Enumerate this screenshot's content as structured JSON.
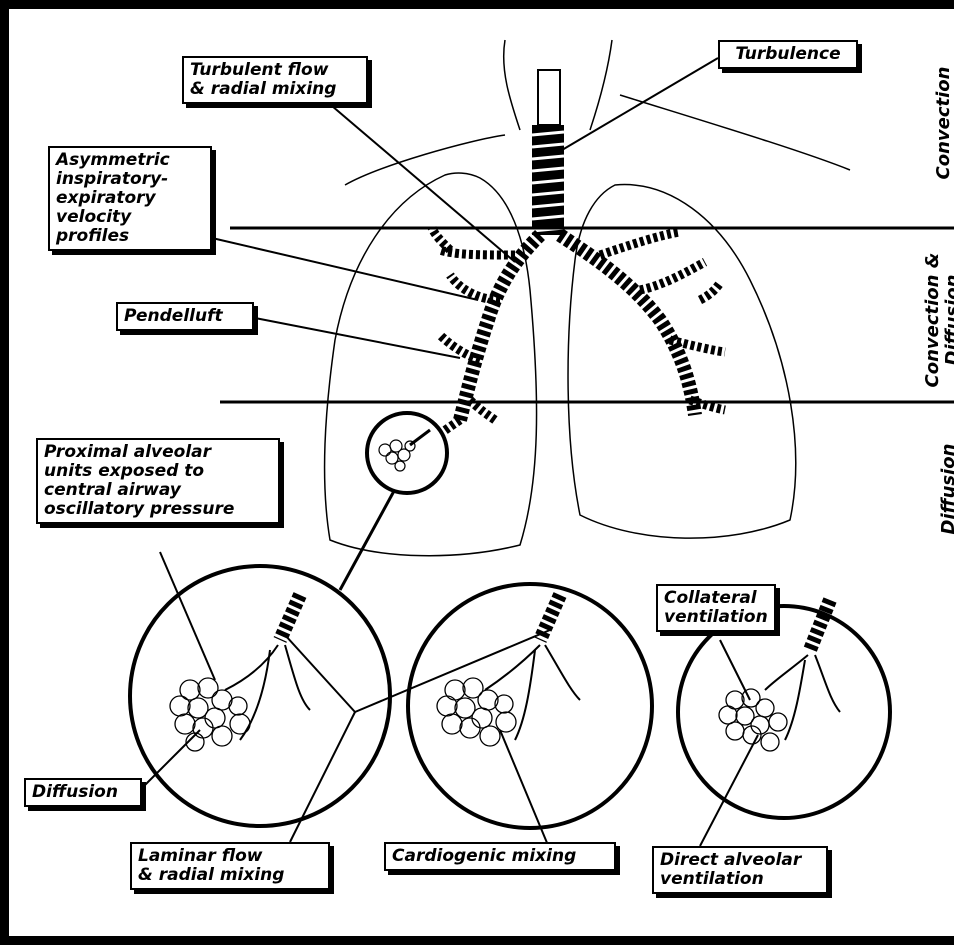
{
  "labels": {
    "turbulence": "Turbulence",
    "turbulent_flow": "Turbulent flow\n& radial mixing",
    "asymmetric": "Asymmetric\ninspiratory-\nexpiratory\nvelocity\nprofiles",
    "pendelluft": "Pendelluft",
    "proximal": "Proximal alveolar\nunits exposed to\ncentral airway\noscillatory pressure",
    "collateral": "Collateral\nventilation",
    "diffusion": "Diffusion",
    "laminar": "Laminar flow\n& radial mixing",
    "cardiogenic": "Cardiogenic mixing",
    "direct": "Direct alveolar\nventilation"
  },
  "side_labels": {
    "convection": "Convection",
    "convection_diffusion": "Convection &\nDiffusion",
    "diffusion": "Diffusion"
  }
}
